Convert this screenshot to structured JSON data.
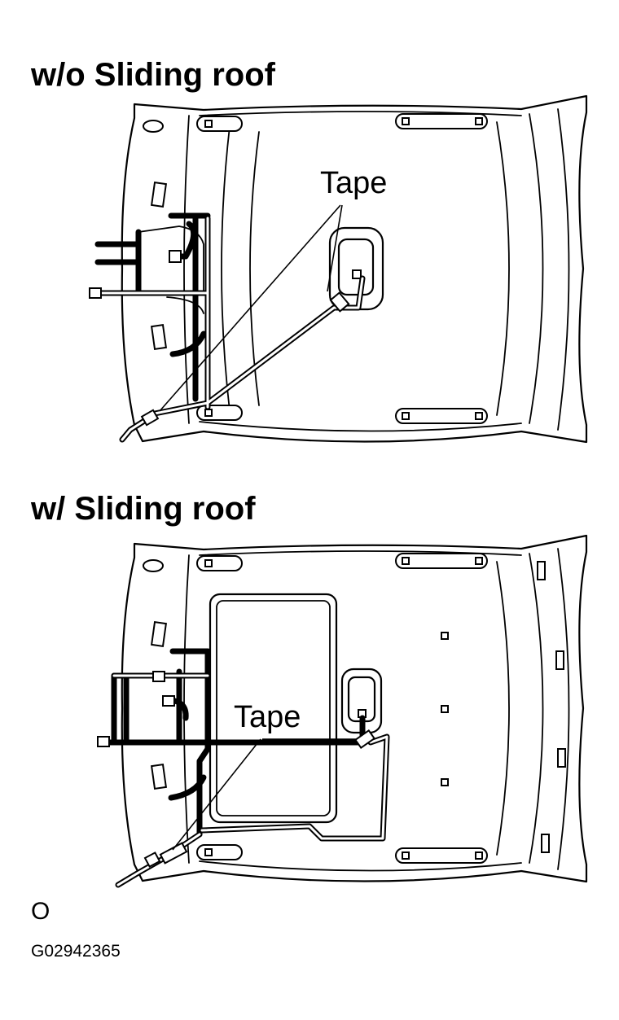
{
  "headings": {
    "without_sliding_roof": "w/o Sliding roof",
    "with_sliding_roof": "w/ Sliding roof"
  },
  "callouts": {
    "tape_upper": "Tape",
    "tape_lower": "Tape"
  },
  "footer": {
    "corner_mark": "O",
    "figure_code": "G02942365"
  }
}
